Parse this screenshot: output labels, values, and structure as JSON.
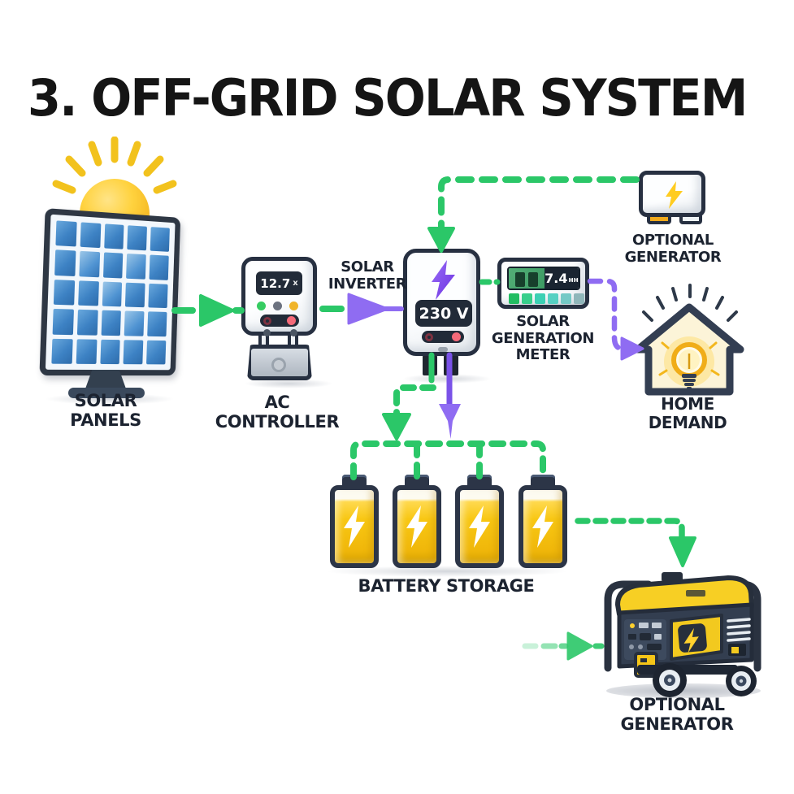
{
  "title": "3. OFF-GRID SOLAR SYSTEM",
  "nodes": {
    "solar_panels": {
      "label": [
        "SOLAR",
        "PANELS"
      ]
    },
    "ac_controller": {
      "label": "AC CONTROLLER",
      "display_value": "12.7",
      "display_suffix": "x"
    },
    "solar_inverter": {
      "label": [
        "SOLAR",
        "INVERTER"
      ],
      "display_value": "230 V"
    },
    "solar_generation_meter": {
      "label": [
        "SOLAR",
        "GENERATION",
        "METER"
      ],
      "reading_value": "7.4",
      "reading_unit": "нн"
    },
    "optional_generator_top": {
      "label": [
        "OPTIONAL",
        "GENERATOR"
      ]
    },
    "home_demand": {
      "label": [
        "HOME",
        "DEMAND"
      ]
    },
    "battery_storage": {
      "label": "BATTERY STORAGE",
      "battery_count": 4
    },
    "optional_generator_bottom": {
      "label": "OPTIONAL GENERATOR"
    }
  },
  "flows": [
    {
      "from": "solar_panels",
      "to": "ac_controller",
      "color": "green"
    },
    {
      "from": "ac_controller",
      "to": "solar_inverter",
      "color": "purple"
    },
    {
      "from": "optional_generator_top",
      "to": "solar_inverter",
      "color": "green"
    },
    {
      "from": "solar_inverter",
      "to": "solar_generation_meter",
      "color": "green"
    },
    {
      "from": "solar_generation_meter",
      "to": "home_demand",
      "color": "purple"
    },
    {
      "from": "solar_inverter",
      "to": "battery_storage",
      "color": "green"
    },
    {
      "from": "solar_inverter",
      "to": "battery_storage",
      "color": "purple"
    },
    {
      "from": "battery_storage",
      "to": "optional_generator_bottom",
      "color": "green"
    }
  ],
  "colors": {
    "flow_green": "#2bc768",
    "flow_purple": "#8f6cf2",
    "title_text": "#151515",
    "label_text": "#1c2330",
    "device_outline": "#273041",
    "battery_yellow": "#f8c713",
    "bolt_purple": "#7c4df3",
    "bolt_yellow": "#ffcc21",
    "meter_bars": [
      "#22bd62",
      "#38cf8c",
      "#3bd0b4",
      "#56d0c3",
      "#74c9c6",
      "#8fb6ba"
    ]
  },
  "icons": [
    "sun-icon",
    "solar-panel-icon",
    "ac-controller-icon",
    "inverter-icon",
    "lightning-bolt-icon",
    "meter-icon",
    "generator-box-icon",
    "house-icon",
    "light-bulb-icon",
    "battery-icon",
    "portable-generator-icon"
  ]
}
